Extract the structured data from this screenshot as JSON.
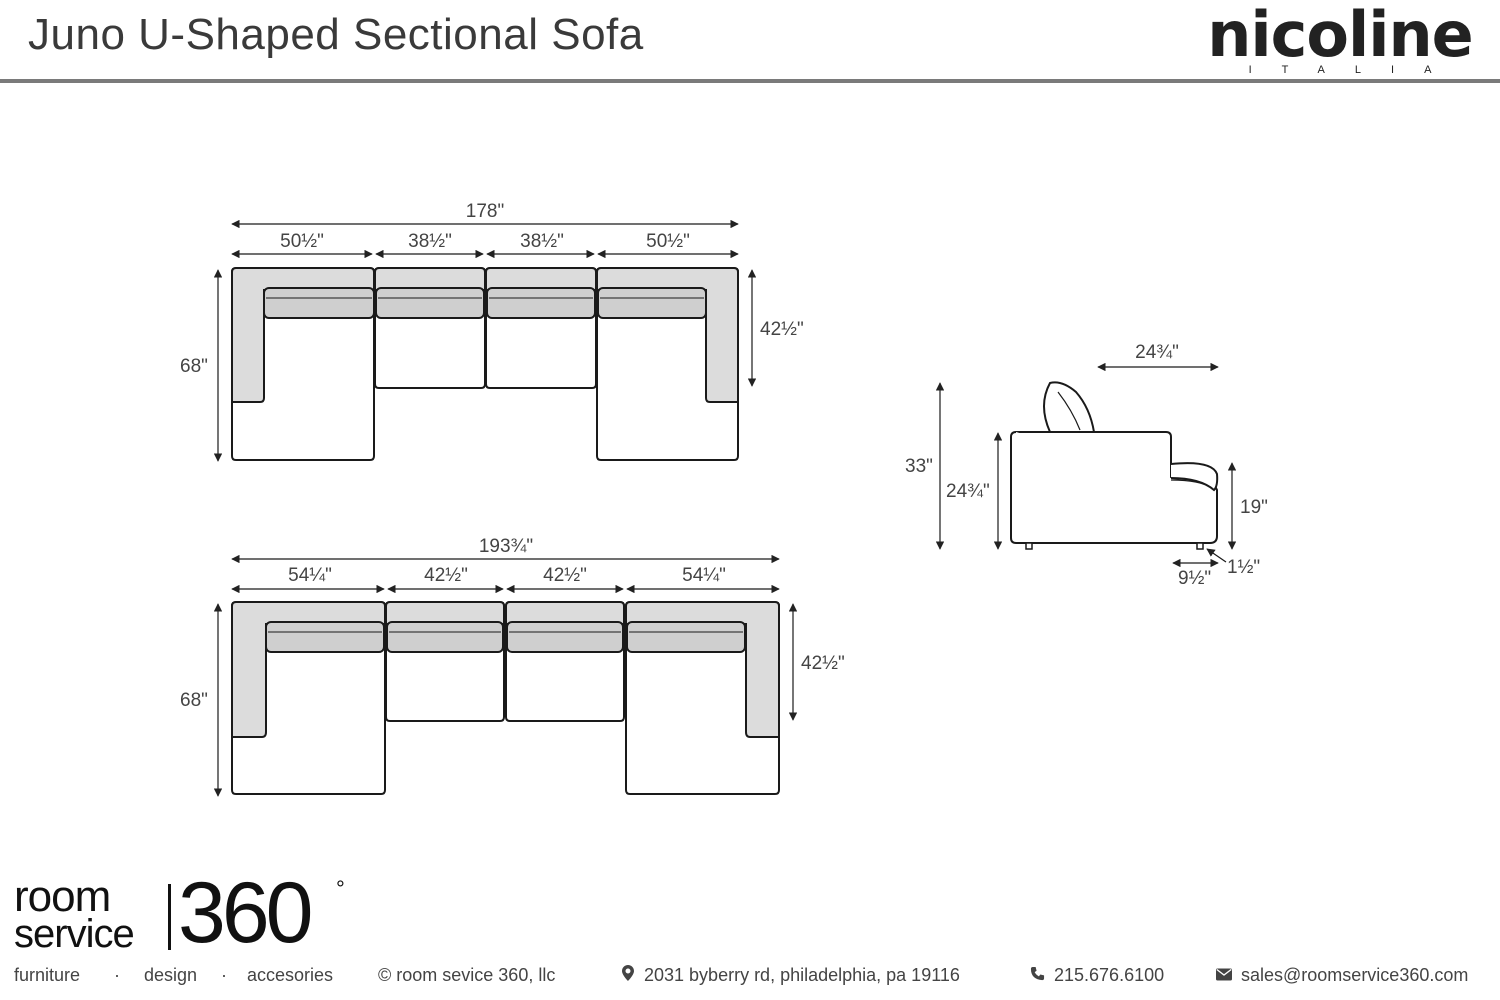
{
  "header": {
    "title": "Juno U-Shaped Sectional Sofa",
    "brand_name": "nicoline",
    "brand_sub": "ITALIA"
  },
  "diagram": {
    "top_plan": {
      "overall": "178\"",
      "sections": [
        "50½\"",
        "38½\"",
        "38½\"",
        "50½\""
      ],
      "depth": "68\"",
      "back_depth": "42½\""
    },
    "bottom_plan": {
      "overall": "193¾\"",
      "sections": [
        "54¼\"",
        "42½\"",
        "42½\"",
        "54¼\""
      ],
      "depth": "68\"",
      "back_depth": "42½\""
    },
    "side_view": {
      "headrest_width": "24¾\"",
      "total_height": "33\"",
      "back_height": "24¾\"",
      "arm_height": "19\"",
      "leg_height": "1½\"",
      "arm_width": "9½\""
    }
  },
  "footer": {
    "logo_room": "room",
    "logo_service": "service",
    "logo_number": "360",
    "logo_degree": "°",
    "items": {
      "furniture": "furniture",
      "design": "design",
      "accesories": "accesories",
      "copyright": "© room sevice 360, llc",
      "address": "2031 byberry rd, philadelphia, pa 19116",
      "phone": "215.676.6100",
      "email": "sales@roomservice360.com"
    },
    "separator": "·"
  },
  "colors": {
    "outline": "#1a1a1a",
    "fill_shaded": "#dcdcdc",
    "fill_light": "#ffffff",
    "rule": "#7a7a7a"
  }
}
